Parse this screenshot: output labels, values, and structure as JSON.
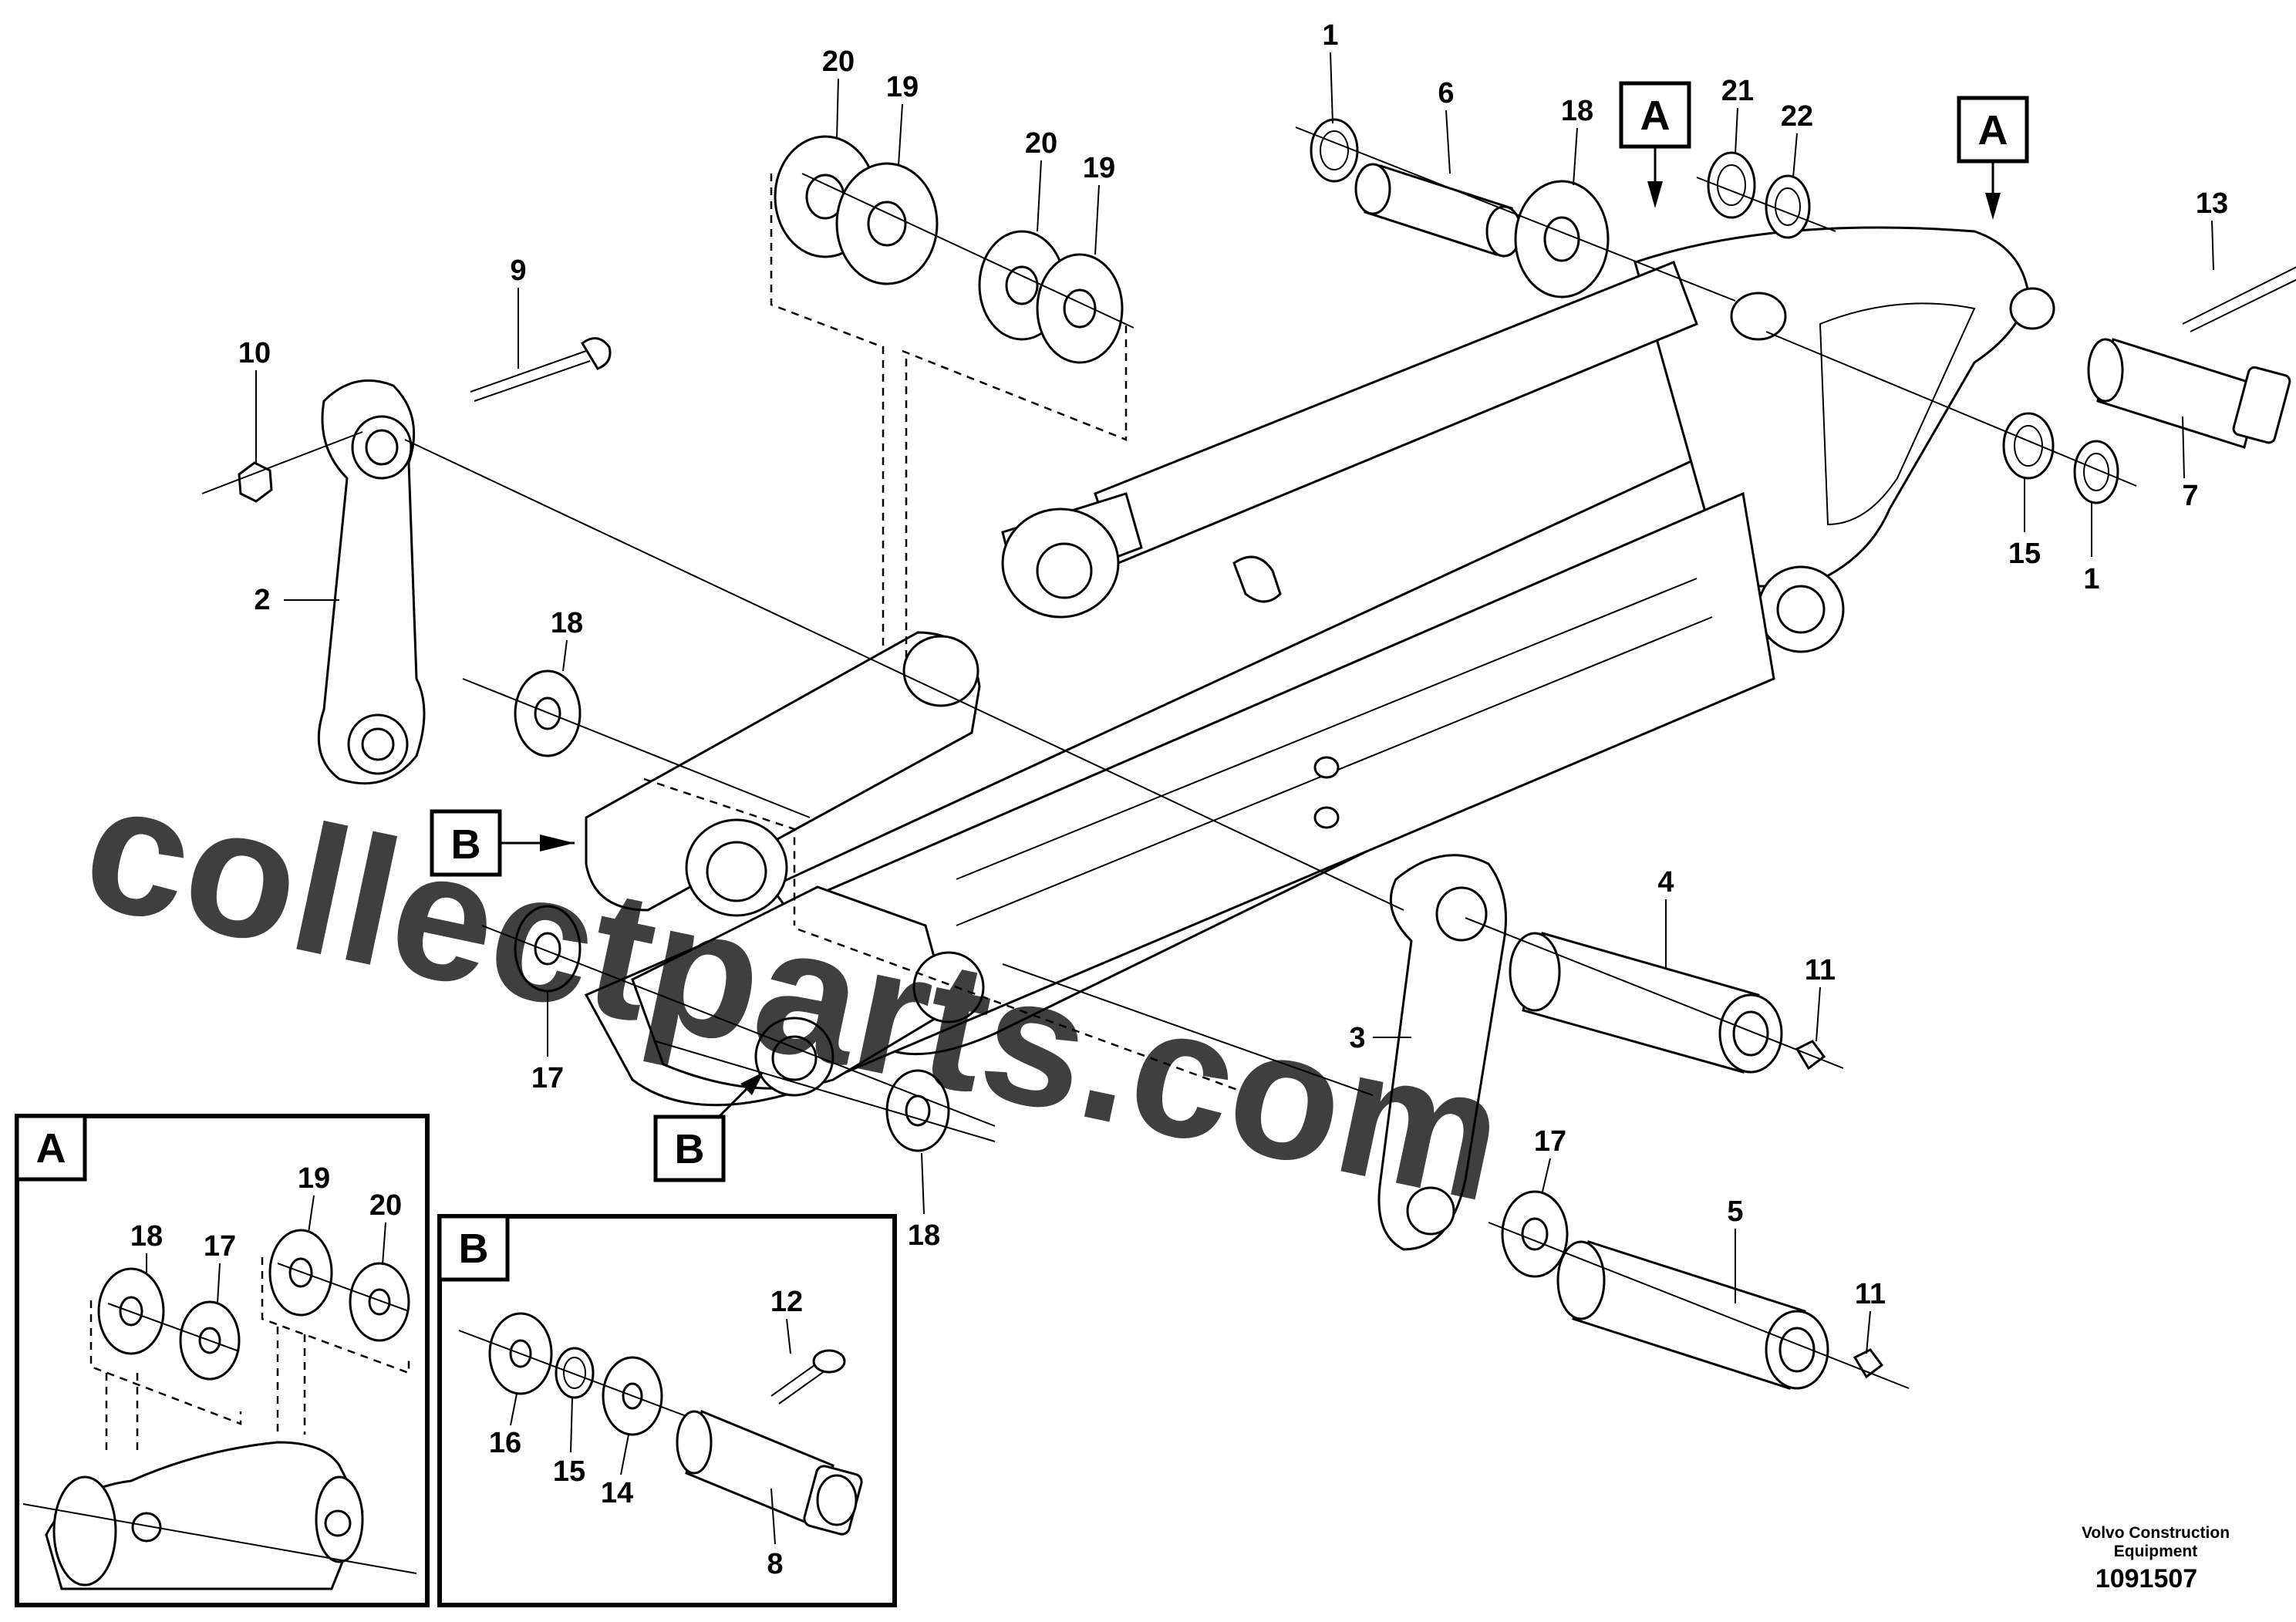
{
  "callouts": {
    "c1_top": "1",
    "c6": "6",
    "c18_top": "18",
    "c21": "21",
    "c22": "22",
    "c20_a": "20",
    "c19_a": "19",
    "c20_b": "20",
    "c19_b": "19",
    "c9": "9",
    "c10": "10",
    "c2": "2",
    "c13": "13",
    "c7": "7",
    "c15_r": "15",
    "c1_r": "1",
    "c18_l": "18",
    "c17_l": "17",
    "c4": "4",
    "c11_a": "11",
    "c3": "3",
    "c17_m": "17",
    "c18_b": "18",
    "c5": "5",
    "c11_b": "11",
    "detailA_18": "18",
    "detailA_17": "17",
    "detailA_19": "19",
    "detailA_20": "20",
    "detailB_12": "12",
    "detailB_16": "16",
    "detailB_15": "15",
    "detailB_14": "14",
    "detailB_8": "8"
  },
  "view_labels": {
    "a_top1": "A",
    "a_top2": "A",
    "b_left": "B",
    "b_bottom": "B",
    "detail_a": "A",
    "detail_b": "B"
  },
  "watermark": "collectparts.com",
  "footer": {
    "brand_line1": "Volvo Construction",
    "brand_line2": "Equipment",
    "drawing_number": "1091507"
  },
  "colors": {
    "line": "#000000",
    "watermark": "#e8a3a3",
    "background": "#ffffff"
  }
}
